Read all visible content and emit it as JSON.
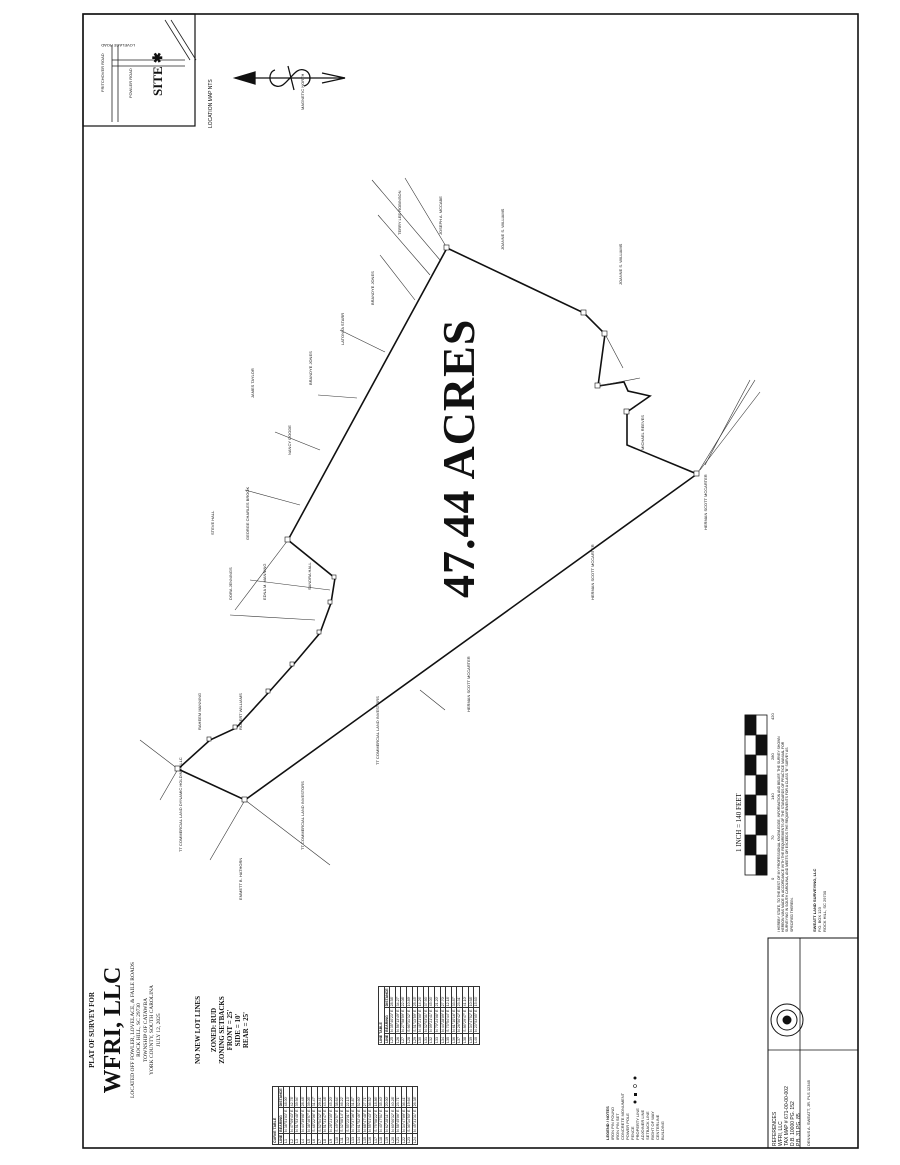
{
  "location_map": {
    "caption": "LOCATION MAP NTS",
    "site_label": "SITE",
    "roads": [
      "FRITCHOVER ROAD",
      "FOWLER ROAD",
      "LOVELACE ROAD"
    ],
    "north_label": "MAGNETIC NORTH"
  },
  "main": {
    "acreage": "47.44 ACRES",
    "abutters": [
      "HERMAN SCOTT MCCARTER",
      "HERMAN SCOTT MCCARTER",
      "MICHAEL REEVES",
      "JOANNE S. WILLIAMS",
      "JOANNE S. WILLIAMS",
      "JOSEPH A. MCCABE",
      "TERRY LEE ROBINSON",
      "BRANDYE JONES",
      "LATONYA STARR",
      "BRANDYE JONES",
      "NANCY GOODE",
      "JAMES TAYLOR",
      "GEORGE CHARLES BROOK",
      "STEVE HALL",
      "EDNA M. MANNING",
      "DORA JENNINGS",
      "SANDRA HALL",
      "RAHEEM MANNING",
      "ROBERT WILLIAMS",
      "TT COMMERCIAL LAND INVESTORS",
      "HERMAN SCOTT MCCARTER",
      "TT COMMERCIAL LAND INVESTORS",
      "TT COMMERCIAL LAND DYNAMIC HOLDINGS LLC",
      "EMMETT B. HATHORN"
    ]
  },
  "scale": {
    "label": "1 INCH = 140 FEET",
    "ticks": [
      "0",
      "70",
      "140",
      "280",
      "420"
    ]
  },
  "title_block": {
    "line1": "PLAT OF SURVEY FOR",
    "line2": "WFRI, LLC",
    "line3": "LOCATED OFF FOWLER, LOVELACE, & FAILE ROADS",
    "line4": "ROCK HILL, SC 29730",
    "line5": "TOWNSHIP OF CATAWBA",
    "line6": "YORK COUNTY, SOUTH CAROLINA",
    "line7": "JULY 12, 2025",
    "note1": "NO NEW LOT LINES",
    "zoned": "ZONED: RUD",
    "setbacks": "ZONING SETBACKS",
    "front": "FRONT = 25'",
    "side": "SIDE = 10'",
    "rear": "REAR = 25'"
  },
  "curve_table": {
    "header": "CURVE TABLE",
    "cols": [
      "LINE",
      "BEARING",
      "DISTANCE"
    ],
    "rows": [
      [
        "L1",
        "N 38°51'03\" E",
        "48.00'"
      ],
      [
        "L2",
        "N 47°09'43\" E",
        "42.78'"
      ],
      [
        "L3",
        "N 51°53'48\" E",
        "39.94'"
      ],
      [
        "L4",
        "N 44°39'08\" E",
        "28.48'"
      ],
      [
        "L5",
        "N 38°46'57\" E",
        "39.05'"
      ],
      [
        "L6",
        "S 48°22'06\" E",
        "31.47'"
      ],
      [
        "L7",
        "S 52°54'32\" E",
        "29.41'"
      ],
      [
        "L8",
        "N 51°31'47\" E",
        "43.48'"
      ],
      [
        "L9",
        "N 28°21'35\" E",
        "45.20'"
      ],
      [
        "L10",
        "S 49°32'57\" E",
        "38.64'"
      ],
      [
        "L11",
        "S 32°08'14\" E",
        "46.22'"
      ],
      [
        "L12",
        "S 55°23'01\" E",
        "22.13'"
      ],
      [
        "L13",
        "N 73°37'36\" E",
        "31.87'"
      ],
      [
        "L14",
        "N 61°52'46\" E",
        "52.60'"
      ],
      [
        "L15",
        "N 68°47'48\" E",
        "27.71'"
      ],
      [
        "L16",
        "N 55°01'43\" E",
        "36.52'"
      ],
      [
        "L17",
        "S 75°58'22\" E",
        "18.86'"
      ],
      [
        "L18",
        "N 40°47'51\" E",
        "35.40'"
      ],
      [
        "L19",
        "N 62°28'11\" E",
        "20.00'"
      ],
      [
        "L20",
        "N 60°00'32\" E",
        "40.28'"
      ],
      [
        "L21",
        "N 58°45'06\" E",
        "23.71'"
      ],
      [
        "L22",
        "N 34°47'09\" E",
        "36.41'"
      ],
      [
        "L23",
        "S 36°14'50\" E",
        "19.64'"
      ],
      [
        "L24",
        "N 45°31'31\" E",
        "26.38'"
      ]
    ]
  },
  "line_table": {
    "header": "LINE TABLE",
    "cols": [
      "LINE",
      "BEARING",
      "DISTANCE"
    ],
    "rows": [
      [
        "L25",
        "N 35°40'23\" E",
        "28.58'"
      ],
      [
        "L26",
        "N 56°13'49\" E",
        "34.27'"
      ],
      [
        "L27",
        "N 27°58'59\" E",
        "22.08'"
      ],
      [
        "L28",
        "S 66°31'32\" E",
        "10.89'"
      ],
      [
        "L29",
        "S 51°13'59\" E",
        "25.45'"
      ],
      [
        "L30",
        "N 48°21'00\" E",
        "14.26'"
      ],
      [
        "L31",
        "N 32°03'31\" E",
        "37.93'"
      ],
      [
        "L32",
        "N 09°21'41\" E",
        "45.03'"
      ],
      [
        "L33",
        "N 70°24'08\" E",
        "21.20'"
      ],
      [
        "L34",
        "N 44°28'09\" E",
        "27.70'"
      ],
      [
        "L35",
        "S 73°54'44\" E",
        "12.18'"
      ],
      [
        "L36",
        "N 61°10'16\" E",
        "33.87'"
      ],
      [
        "L37",
        "N 26°50'42\" E",
        "23.31'"
      ],
      [
        "L38",
        "S 86°29'47\" E",
        "41.10'"
      ],
      [
        "L39",
        "N 34°47'52\" E",
        "10.68'"
      ],
      [
        "L40",
        "N 23°53'05\" E",
        "15.63'"
      ]
    ]
  },
  "legend": {
    "title": "LEGEND / NOTES",
    "items": [
      "IRON PIN FOUND",
      "IRON PIN SET",
      "CONCRETE MONUMENT",
      "POWER POLE",
      "FENCE",
      "PROPERTY LINE",
      "ADJOINER LINE",
      "SETBACK LINE",
      "RIGHT OF WAY",
      "CENTERLINE",
      "BUILDING"
    ]
  },
  "certification": {
    "text": "I HEREBY STATE, TO THE BEST OF MY PROFESSIONAL KNOWLEDGE, INFORMATION AND BELIEF, THE SURVEY SHOWN HEREON WAS MADE IN ACCORDANCE WITH THE REQUIREMENTS OF THE STANDARDS OF PRACTICE MANUAL FOR SURVEYING IN SOUTH CAROLINA, AND MEETS OR EXCEEDS THE REQUIREMENTS FOR A CLASS \"B\" SURVEY AS SPECIFIED THEREIN.",
    "firm": "SWEATT LAND SURVEYING, LLC",
    "firm_addr1": "P.O. BOX 123",
    "firm_addr2": "ROCK HILL, SC 29730",
    "surveyor": "DENNIS A. SWEATT, JR. PLS 12345",
    "tax_map": "TAX MAP # 671-00-00-002",
    "db": "D.B. 10000 PG. 152",
    "pb": "P.B. 31 PG. 85",
    "ref_label": "REFERENCES",
    "owner": "WFRI, LLC"
  }
}
